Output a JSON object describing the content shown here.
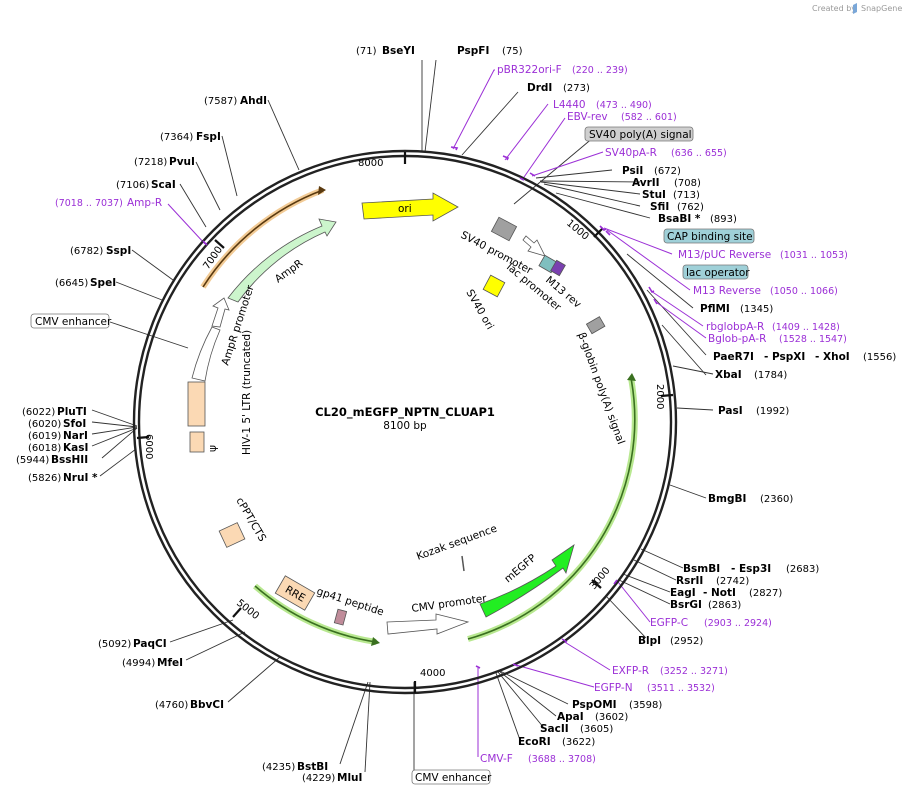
{
  "credit": "Created by",
  "brand": "SnapGene",
  "plasmid": {
    "name": "CL20_mEGFP_NPTN_CLUAP1",
    "length_label": "8100 bp"
  },
  "colors": {
    "backbone": "#222222",
    "primer": "#9b2fd6",
    "ori": "#ffff00",
    "ampr": "#ccf5cc",
    "ampr_ring": "#e8a040",
    "mEGFP": "#22ee22",
    "highlight_green": "#b8e890",
    "ltr": "#fbd9b4",
    "rre": "#fbd9b4",
    "gp41": "#c08c9a",
    "grey": "#a0a0a0",
    "teal": "#7fbfbf",
    "lac_operator": "#9fd0d8",
    "cap_site": "#9fd0d8"
  },
  "tick_labels": {
    "t1000": "1000",
    "t2000": "2000",
    "t3000": "3000",
    "t4000": "4000",
    "t5000": "5000",
    "t6000": "6000",
    "t7000": "7000",
    "t8000": "8000"
  },
  "sites": {
    "bseyi": {
      "name": "BseYI",
      "pos": "(71)"
    },
    "pspfi": {
      "name": "PspFI",
      "pos": "(75)"
    },
    "drdi": {
      "name": "DrdI",
      "pos": "(273)"
    },
    "psii": {
      "name": "PsiI",
      "pos": "(672)"
    },
    "avrii": {
      "name": "AvrII",
      "pos": "(708)"
    },
    "stui": {
      "name": "StuI",
      "pos": "(713)"
    },
    "sfii": {
      "name": "SfiI",
      "pos": "(762)"
    },
    "bsabi": {
      "name": "BsaBI *",
      "pos": "(893)"
    },
    "pflmi": {
      "name": "PflMI",
      "pos": "(1345)"
    },
    "paer7i": {
      "name": "PaeR7I",
      "name2": "- PspXI",
      "name3": "- XhoI",
      "pos": "(1556)"
    },
    "xbai": {
      "name": "XbaI",
      "pos": "(1784)"
    },
    "pasi": {
      "name": "PasI",
      "pos": "(1992)"
    },
    "bmgbi": {
      "name": "BmgBI",
      "pos": "(2360)"
    },
    "bsmbi": {
      "name": "BsmBI",
      "name2": "- Esp3I",
      "pos": "(2683)"
    },
    "rsrii": {
      "name": "RsrII",
      "pos": "(2742)"
    },
    "eagi": {
      "name": "EagI",
      "name2": "- NotI",
      "pos": "(2827)"
    },
    "bsrgi": {
      "name": "BsrGI",
      "pos": "(2863)"
    },
    "blpi": {
      "name": "BlpI",
      "pos": "(2952)"
    },
    "pspomi": {
      "name": "PspOMI",
      "pos": "(3598)"
    },
    "apai": {
      "name": "ApaI",
      "pos": "(3602)"
    },
    "sacii": {
      "name": "SacII",
      "pos": "(3605)"
    },
    "ecori": {
      "name": "EcoRI",
      "pos": "(3622)"
    },
    "mlui": {
      "name": "MluI",
      "pos": "(4229)"
    },
    "bstbi": {
      "name": "BstBI",
      "pos": "(4235)"
    },
    "bbvci": {
      "name": "BbvCI",
      "pos": "(4760)"
    },
    "mfei": {
      "name": "MfeI",
      "pos": "(4994)"
    },
    "paqci": {
      "name": "PaqCI",
      "pos": "(5092)"
    },
    "nrui": {
      "name": "NruI *",
      "pos": "(5826)"
    },
    "bsshii": {
      "name": "BssHII",
      "pos": "(5944)"
    },
    "kasi": {
      "name": "KasI",
      "pos": "(6018)"
    },
    "nari": {
      "name": "NarI",
      "pos": "(6019)"
    },
    "sfoi": {
      "name": "SfoI",
      "pos": "(6020)"
    },
    "pluti": {
      "name": "PluTI",
      "pos": "(6022)"
    },
    "spei": {
      "name": "SpeI",
      "pos": "(6645)"
    },
    "sspi": {
      "name": "SspI",
      "pos": "(6782)"
    },
    "scai": {
      "name": "ScaI",
      "pos": "(7106)"
    },
    "pvui": {
      "name": "PvuI",
      "pos": "(7218)"
    },
    "fspi": {
      "name": "FspI",
      "pos": "(7364)"
    },
    "ahdi": {
      "name": "AhdI",
      "pos": "(7587)"
    }
  },
  "primers": {
    "pbr322": {
      "name": "pBR322ori-F",
      "range": "(220 .. 239)"
    },
    "l4440": {
      "name": "L4440",
      "range": "(473 .. 490)"
    },
    "ebvrev": {
      "name": "EBV-rev",
      "range": "(582 .. 601)"
    },
    "sv40pa": {
      "name": "SV40pA-R",
      "range": "(636 .. 655)"
    },
    "m13puc": {
      "name": "M13/pUC Reverse",
      "range": "(1031 .. 1053)"
    },
    "m13rev": {
      "name": "M13 Reverse",
      "range": "(1050 .. 1066)"
    },
    "rbglob": {
      "name": "rbglobpA-R",
      "range": "(1409 .. 1428)"
    },
    "bglob": {
      "name": "Bglob-pA-R",
      "range": "(1528 .. 1547)"
    },
    "egfpc": {
      "name": "EGFP-C",
      "range": "(2903 .. 2924)"
    },
    "exfpr": {
      "name": "EXFP-R",
      "range": "(3252 .. 3271)"
    },
    "egfpn": {
      "name": "EGFP-N",
      "range": "(3511 .. 3532)"
    },
    "cmvf": {
      "name": "CMV-F",
      "range": "(3688 .. 3708)"
    },
    "ampr": {
      "name": "Amp-R",
      "range": "(7018 .. 7037)"
    }
  },
  "boxed": {
    "sv40polya": "SV40 poly(A) signal",
    "cap": "CAP binding site",
    "lacop": "lac operator",
    "cmv_left": "CMV enhancer",
    "cmv_bottom": "CMV enhancer"
  },
  "features": {
    "ori": "ori",
    "ampr": "AmpR",
    "ampr_promoter": "AmpR promoter",
    "sv40_promoter": "SV40 promoter",
    "lac_promoter": "lac promoter",
    "m13_rev": "M13 rev",
    "sv40_ori": "SV40 ori",
    "bglobin": "β-globin poly(A) signal",
    "hiv_ltr": "HIV-1 5' LTR (truncated)",
    "psi": "ψ",
    "cppt": "cPPT/CTS",
    "rre": "RRE",
    "gp41": "gp41 peptide",
    "cmv_promoter": "CMV promoter",
    "kozak": "Kozak sequence",
    "megfp": "mEGFP"
  }
}
